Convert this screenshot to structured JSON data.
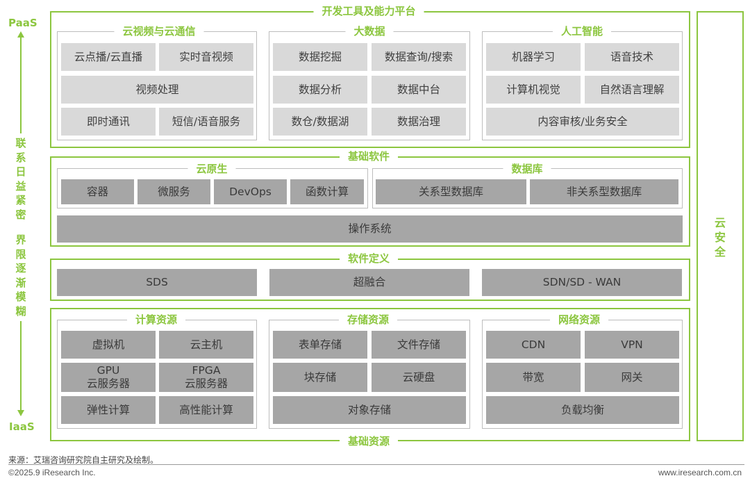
{
  "axis": {
    "top": "PaaS",
    "bottom": "IaaS",
    "middle_1": "联\n系\n日\n益\n紧\n密",
    "middle_2": "界\n限\n逐\n渐\n模\n糊"
  },
  "security": {
    "label": "云\n安\n全"
  },
  "dev_platform": {
    "title": "开发工具及能力平台",
    "groups": [
      {
        "title": "云视频与云通信",
        "cells": [
          "云点播/云直播",
          "实时音视频",
          "视频处理",
          "即时通讯",
          "短信/语音服务"
        ]
      },
      {
        "title": "大数据",
        "cells": [
          "数据挖掘",
          "数据查询/搜索",
          "数据分析",
          "数据中台",
          "数仓/数据湖",
          "数据治理"
        ]
      },
      {
        "title": "人工智能",
        "cells": [
          "机器学习",
          "语音技术",
          "计算机视觉",
          "自然语言理解",
          "内容审核/业务安全"
        ]
      }
    ]
  },
  "basic_software": {
    "title": "基础软件",
    "cloud_native": {
      "title": "云原生",
      "cells": [
        "容器",
        "微服务",
        "DevOps",
        "函数计算"
      ]
    },
    "database": {
      "title": "数据库",
      "cells": [
        "关系型数据库",
        "非关系型数据库"
      ]
    },
    "os": "操作系统"
  },
  "software_defined": {
    "title": "软件定义",
    "cells": [
      "SDS",
      "超融合",
      "SDN/SD - WAN"
    ]
  },
  "basic_resources": {
    "title": "基础资源",
    "groups": [
      {
        "title": "计算资源",
        "cells": [
          "虚拟机",
          "云主机",
          "GPU\n云服务器",
          "FPGA\n云服务器",
          "弹性计算",
          "高性能计算"
        ]
      },
      {
        "title": "存储资源",
        "cells": [
          "表单存储",
          "文件存储",
          "块存储",
          "云硬盘",
          "对象存储"
        ]
      },
      {
        "title": "网络资源",
        "cells": [
          "CDN",
          "VPN",
          "带宽",
          "网关",
          "负载均衡"
        ]
      }
    ]
  },
  "footer": {
    "source": "来源：艾瑞咨询研究院自主研究及绘制。",
    "copyright": "©2025.9 iResearch Inc.",
    "website": "www.iresearch.com.cn"
  },
  "colors": {
    "accent": "#8cc63f",
    "cell_light": "#d9d9d9",
    "cell_dark": "#a6a6a6"
  }
}
